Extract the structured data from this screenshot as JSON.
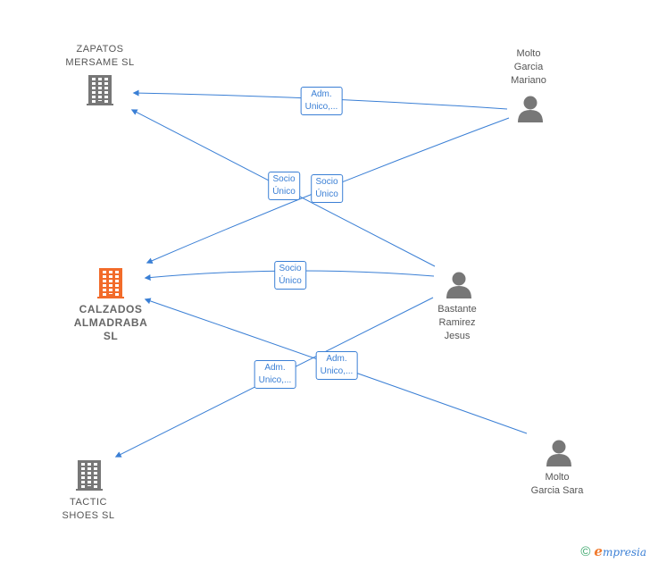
{
  "colors": {
    "edge": "#3a7fd5",
    "company": "#777777",
    "focus_company": "#f26b2a",
    "person": "#777777"
  },
  "nodes": {
    "zapatos": {
      "label": "ZAPATOS\nMERSAME SL",
      "icon": "building-icon"
    },
    "calzados": {
      "label": "CALZADOS\nALMADRABA\nSL",
      "icon": "building-icon"
    },
    "tactic": {
      "label": "TACTIC\nSHOES SL",
      "icon": "building-icon"
    },
    "mariano": {
      "label": "Molto\nGarcia\nMariano",
      "icon": "person-icon"
    },
    "bastante": {
      "label": "Bastante\nRamirez\nJesus",
      "icon": "person-icon"
    },
    "sara": {
      "label": "Molto\nGarcia Sara",
      "icon": "person-icon"
    }
  },
  "edges": [
    {
      "id": "mariano-zapatos",
      "label": "Adm.\nUnico,..."
    },
    {
      "id": "bastante-zapatos",
      "label": "Socio\nÚnico"
    },
    {
      "id": "mariano-calzados",
      "label": "Socio\nÚnico"
    },
    {
      "id": "bastante-calzados",
      "label": "Socio\nÚnico"
    },
    {
      "id": "sara-calzados",
      "label": "Adm.\nUnico,..."
    },
    {
      "id": "bastante-tactic",
      "label": "Adm.\nUnico,..."
    }
  ],
  "footer": {
    "copyright": "©",
    "brand_initial": "e",
    "brand_rest": "mpresia"
  }
}
